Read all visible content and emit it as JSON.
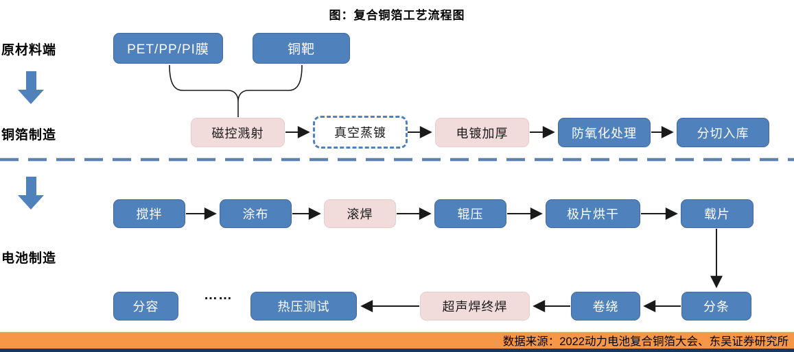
{
  "title": "图：复合铜箔工艺流程图",
  "stages": {
    "raw_material": "原材料端",
    "foil_manufacturing": "铜箔制造",
    "battery_manufacturing": "电池制造"
  },
  "nodes": {
    "pet_pp_pi_film": "PET/PP/PI膜",
    "copper_target": "铜靶",
    "magnetron_sputtering": "磁控溅射",
    "vacuum_evaporation": "真空蒸镀",
    "electroplating_thickening": "电镀加厚",
    "anti_oxidation_treatment": "防氧化处理",
    "slitting_warehousing": "分切入库",
    "mixing": "搅拌",
    "coating": "涂布",
    "roll_welding": "滚焊",
    "calendering": "辊压",
    "electrode_drying": "极片烘干",
    "sheet_loading": "载片",
    "capacity_grading": "分容",
    "ellipsis": "……",
    "hot_press_test": "热压测试",
    "ultrasonic_final_welding": "超声焊终焊",
    "winding": "卷绕",
    "strip_slitting": "分条"
  },
  "source": "数据来源：2022动力电池复合铜箔大会、东吴证券研究所",
  "colors": {
    "accent_blue": "#4F81BD",
    "pink": "#F2DCDB",
    "orange_bar": "#F79646",
    "navy_bar": "#17375E",
    "separator_blue": "#5E81AD",
    "connector_black": "#1A1A1A"
  }
}
